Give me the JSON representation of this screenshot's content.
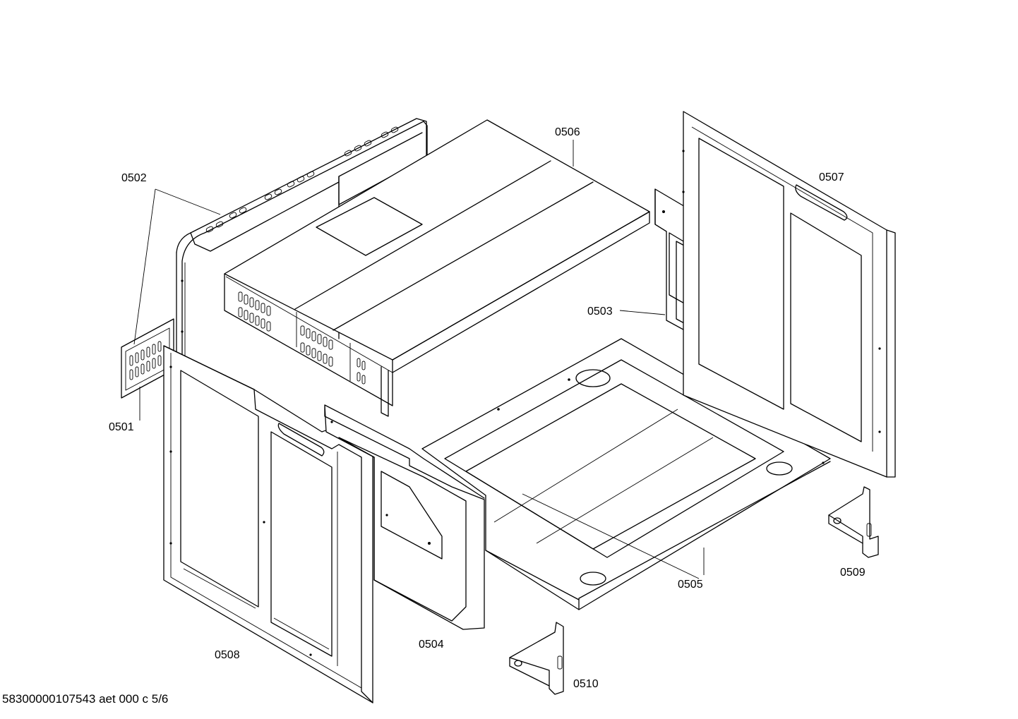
{
  "diagram": {
    "callouts": {
      "c0501": "0501",
      "c0502": "0502",
      "c0503": "0503",
      "c0504": "0504",
      "c0505": "0505",
      "c0506": "0506",
      "c0507": "0507",
      "c0508": "0508",
      "c0509": "0509",
      "c0510": "0510"
    }
  },
  "footer": {
    "document_id": "58300000107543 aet 000 c 5/6"
  }
}
